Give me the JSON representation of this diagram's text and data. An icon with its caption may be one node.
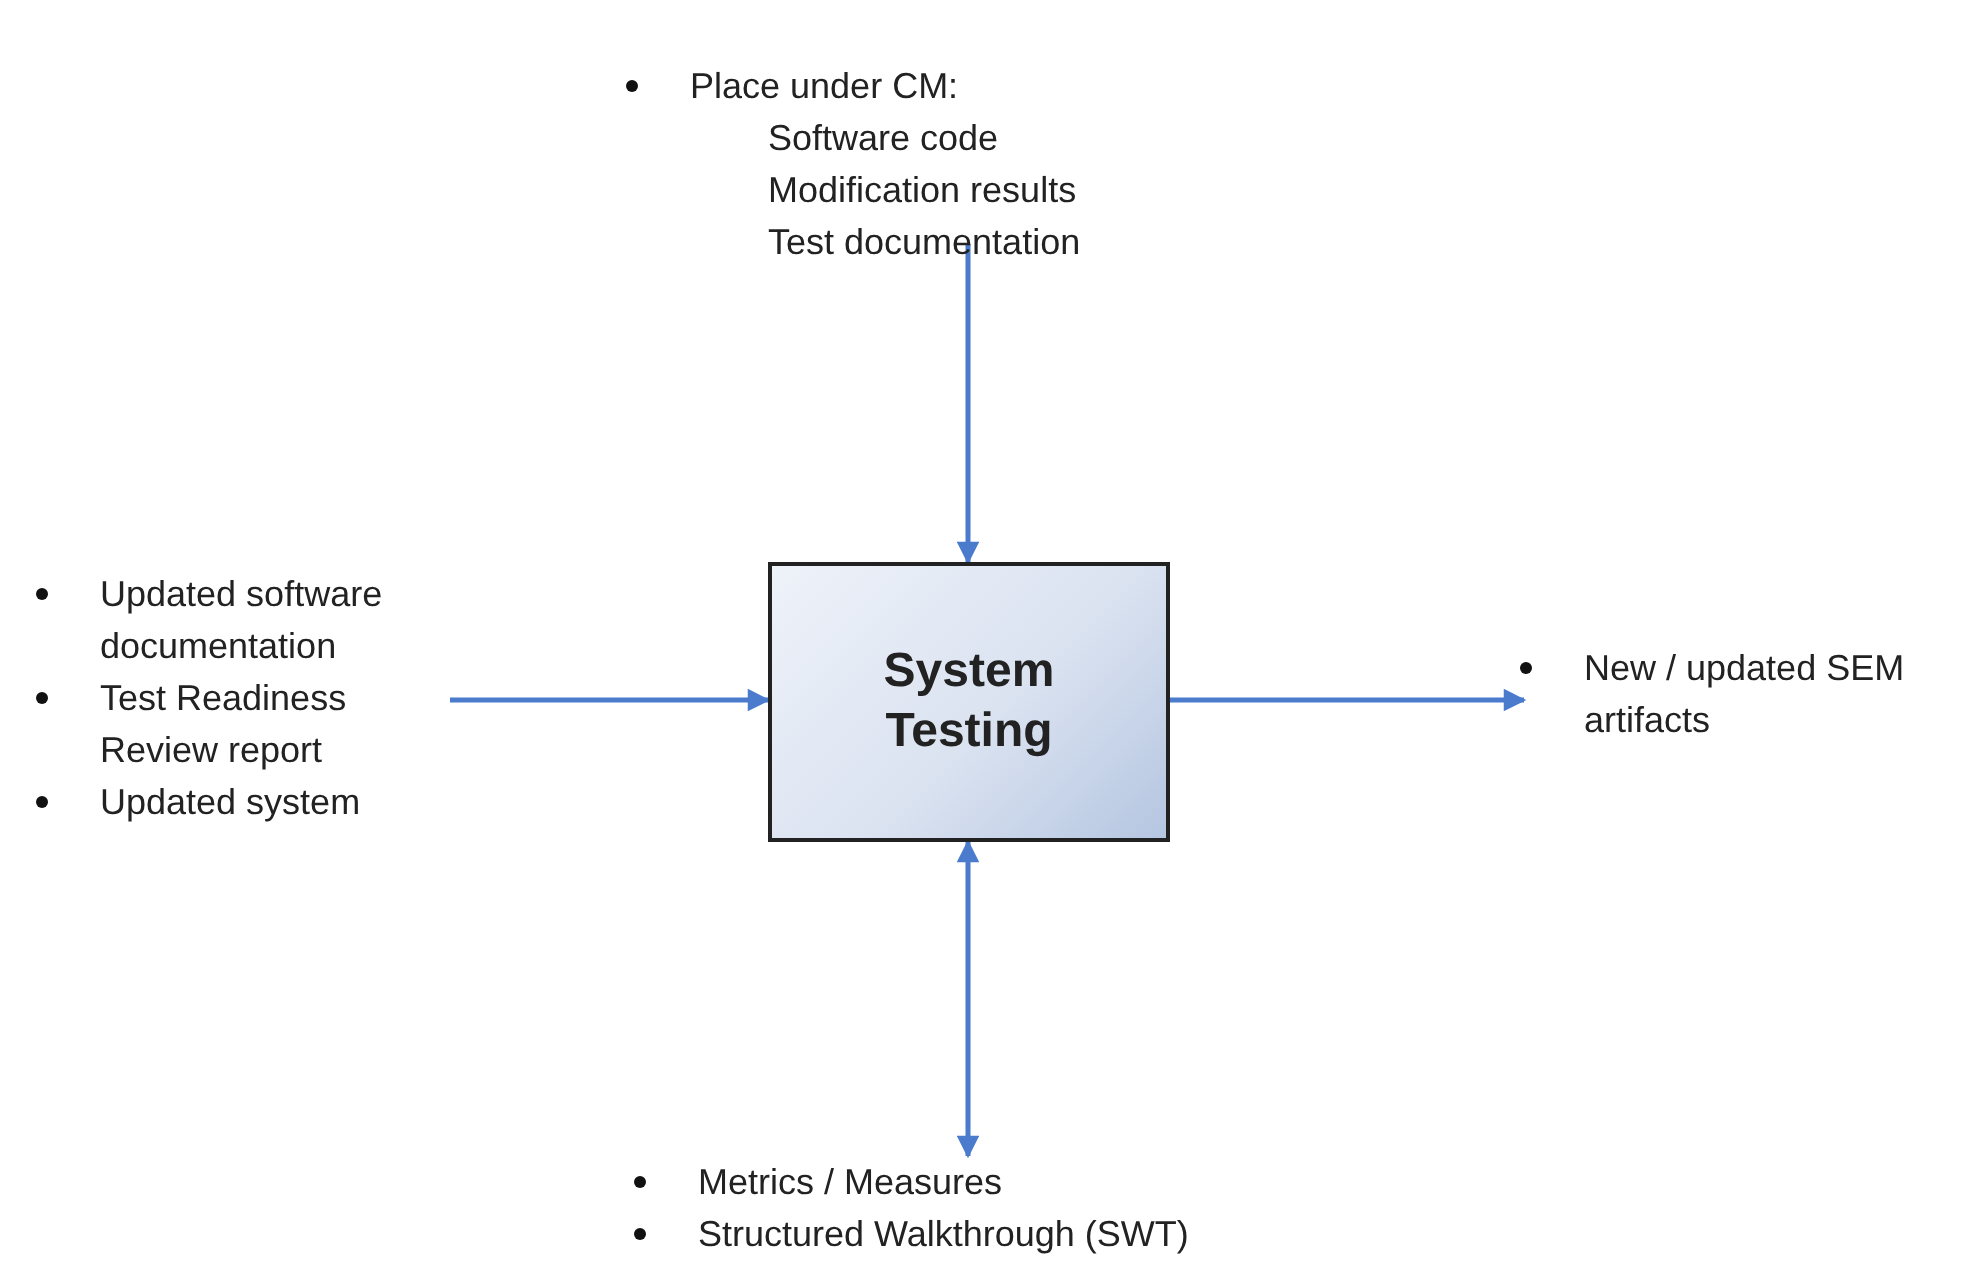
{
  "diagram": {
    "nodes": [
      {
        "text": [
          "System Testing"
        ]
      },
      {
        "text": [
          "Place under CM:",
          "Software code",
          "Modification results",
          "Test documentation"
        ]
      },
      {
        "text": [
          "Updated software documentation",
          "Test Readiness Review report",
          "Updated system"
        ]
      },
      {
        "text": [
          "New / updated SEM artifacts"
        ]
      },
      {
        "text": [
          "Metrics / Measures",
          "Structured Walkthrough (SWT)"
        ]
      }
    ],
    "edges": [
      {
        "from": 1,
        "to": 0,
        "arrow": "to"
      },
      {
        "from": 2,
        "to": 0,
        "arrow": "to"
      },
      {
        "from": 0,
        "to": 3,
        "arrow": "to"
      },
      {
        "from": 0,
        "to": 4,
        "arrow": "both"
      }
    ]
  }
}
